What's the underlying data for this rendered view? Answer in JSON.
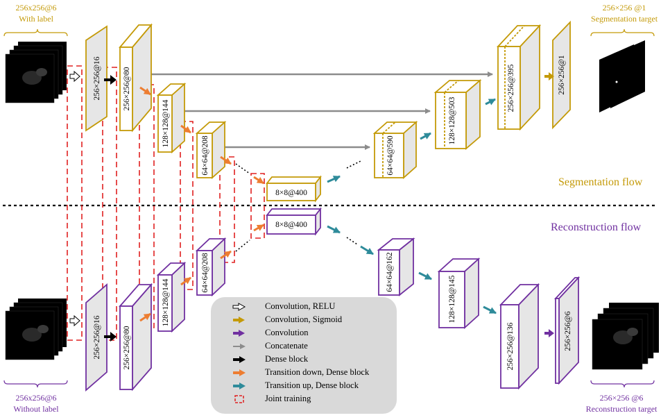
{
  "inputs": {
    "top_left_size": "256x256@6",
    "top_left_caption": "With label",
    "bottom_left_size": "256x256@6",
    "bottom_left_caption": "Without label",
    "top_right_size": "256×256 @1",
    "top_right_caption": "Segmentation target",
    "bottom_right_size": "256×256 @6",
    "bottom_right_caption": "Reconstruction target"
  },
  "flows": {
    "segmentation": "Segmentation flow",
    "reconstruction": "Reconstruction flow"
  },
  "blocks": {
    "seg": [
      "256×256@16",
      "256×256@80",
      "128×128@144",
      "64×64@208",
      "8×8@400",
      "64×64@590",
      "128×128@503",
      "256×256@395",
      "256×256@1"
    ],
    "rec": [
      "256×256@16",
      "256×256@80",
      "128×128@144",
      "64×64@208",
      "8×8@400",
      "64×64@162",
      "128×128@145",
      "256×256@136",
      "256×256@6"
    ]
  },
  "legend": [
    {
      "icon": "hollow-arrow-icon",
      "label": "Convolution, RELU"
    },
    {
      "icon": "gold-arrow-icon",
      "label": "Convolution, Sigmoid"
    },
    {
      "icon": "purple-arrow-icon",
      "label": "Convolution"
    },
    {
      "icon": "gray-arrow-icon",
      "label": "Concatenate"
    },
    {
      "icon": "black-arrow-icon",
      "label": "Dense block"
    },
    {
      "icon": "orange-arrow-icon",
      "label": "Transition down, Dense block"
    },
    {
      "icon": "teal-arrow-icon",
      "label": "Transition up, Dense block"
    },
    {
      "icon": "red-dashed-box-icon",
      "label": "Joint training"
    }
  ],
  "colors": {
    "segmentation": "#c49a08",
    "reconstruction": "#7030a0",
    "block_face": "#e6e6e6",
    "concat": "#8c8c8c",
    "transition_down": "#ed7d31",
    "transition_up": "#2e8b9a",
    "joint": "#e02020",
    "legend_bg": "#d9d9d9"
  }
}
